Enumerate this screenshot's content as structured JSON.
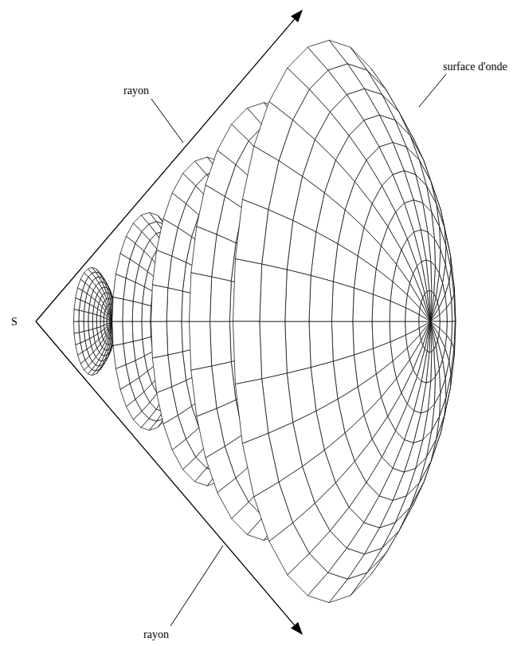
{
  "diagram": {
    "labels": [
      "rayon",
      "surface d'onde",
      "S",
      "rayon"
    ]
  }
}
